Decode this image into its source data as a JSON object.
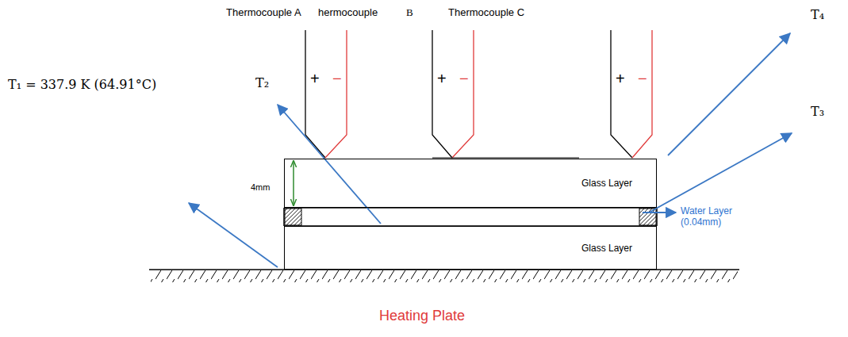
{
  "diagram": {
    "nodes": [
      {
        "text": [
          "Glass Layer"
        ]
      },
      {
        "text": [
          "Glass Layer"
        ]
      }
    ],
    "labels": [
      "Thermocouple A",
      "hermocouple",
      "B",
      "Thermocouple C",
      "+",
      "−",
      "+",
      "−",
      "+",
      "−",
      "T₁ = 337.9 K (64.91°C)",
      "T₂",
      "T₃",
      "T₄",
      "4mm",
      "Water Layer (0.04mm)",
      "Heating Plate"
    ]
  }
}
